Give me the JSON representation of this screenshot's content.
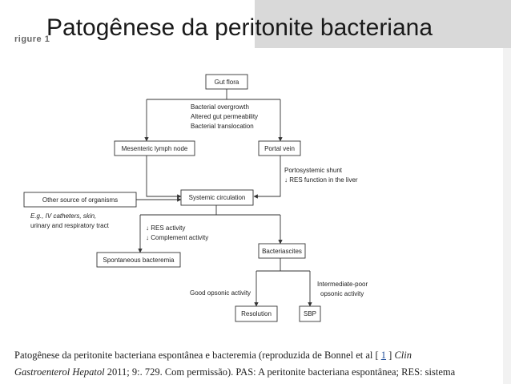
{
  "slide": {
    "title": "Patogênese da peritonite bacteriana",
    "figure_label": "rigure 1"
  },
  "diagram": {
    "nodes": {
      "gut_flora": "Gut flora",
      "mesenteric": "Mesenteric lymph node",
      "portal_vein": "Portal vein",
      "other_source": "Other source of organisms",
      "systemic": "Systemic circulation",
      "spont_bact": "Spontaneous bacteremia",
      "bacterascites": "Bacteriascites",
      "resolution": "Resolution",
      "sbp": "SBP"
    },
    "annotations": {
      "gut_mechanisms": [
        "Bacterial overgrowth",
        "Altered gut permeability",
        "Bacterial translocation"
      ],
      "portosystemic": [
        "Portosystemic shunt",
        "↓ RES function in the liver"
      ],
      "other_examples": [
        "E.g., IV catheters, skin,",
        "urinary and respiratory tract"
      ],
      "res_activity": [
        "↓ RES activity",
        "↓ Complement activity"
      ],
      "good_opsonic": "Good opsonic activity",
      "poor_opsonic": [
        "Intermediate-poor",
        "opsonic activity"
      ]
    }
  },
  "caption": {
    "part1": "Patogênese da peritonite bacteriana espontânea e bacteremia (reproduzida de Bonnel et al [ ",
    "ref": "1",
    "part2": " ] ",
    "journal1": "Clin",
    "journal2": "Gastroenterol Hepatol",
    "part3": " 2011; 9:. 729. Com permissão). PAS: A peritonite bacteriana espontânea; RES: sistema"
  }
}
